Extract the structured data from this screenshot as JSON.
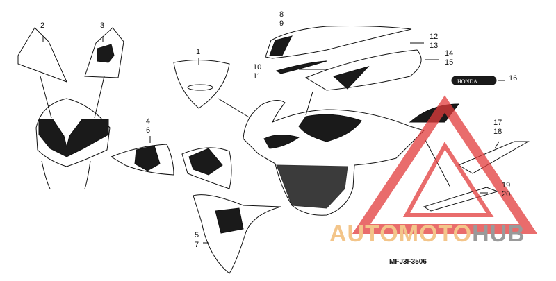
{
  "callouts": [
    {
      "id": "c1",
      "text": "1"
    },
    {
      "id": "c2",
      "text": "2"
    },
    {
      "id": "c3",
      "text": "3"
    },
    {
      "id": "c4",
      "text": "4"
    },
    {
      "id": "c6",
      "text": "6"
    },
    {
      "id": "c5",
      "text": "5"
    },
    {
      "id": "c7",
      "text": "7"
    },
    {
      "id": "c8",
      "text": "8"
    },
    {
      "id": "c9",
      "text": "9"
    },
    {
      "id": "c10",
      "text": "10"
    },
    {
      "id": "c11",
      "text": "11"
    },
    {
      "id": "c12",
      "text": "12"
    },
    {
      "id": "c13",
      "text": "13"
    },
    {
      "id": "c14",
      "text": "14"
    },
    {
      "id": "c15",
      "text": "15"
    },
    {
      "id": "c16",
      "text": "16"
    },
    {
      "id": "c17",
      "text": "17"
    },
    {
      "id": "c18",
      "text": "18"
    },
    {
      "id": "c19",
      "text": "19"
    },
    {
      "id": "c20",
      "text": "20"
    }
  ],
  "emblem_text": "HONDA",
  "diagram_code": "MFJ3F3506",
  "watermark": {
    "part1": "AUTOMOTO",
    "part2": "HUB"
  },
  "colors": {
    "line": "#111111",
    "fill_dark": "#1a1a1a",
    "watermark_red": "#e23c3c",
    "watermark_orange": "#f3c58a",
    "watermark_grey": "#9a9a9a"
  }
}
